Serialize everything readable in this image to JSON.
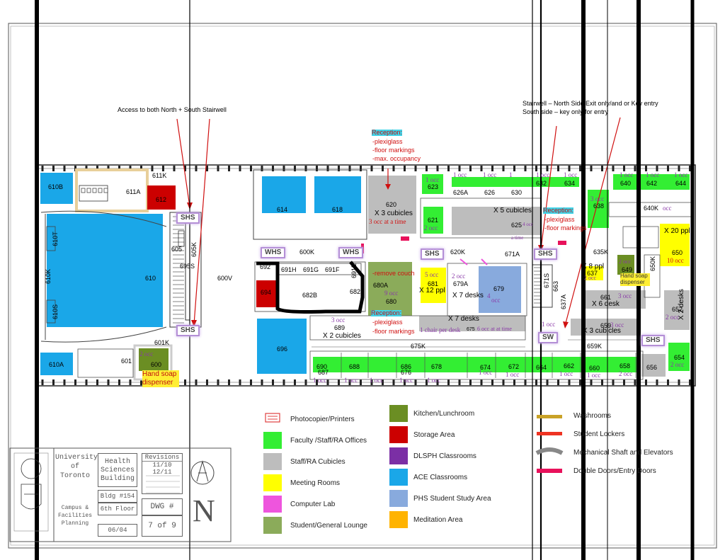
{
  "annotations": {
    "stair_access": "Access to both North + South Stairwell",
    "stair_north": "Stairwell – North Side Exit only/and or Key entry",
    "stair_south": "South side – key only for entry",
    "reception1_title": "Reception:",
    "reception1_l1": "-plexiglass",
    "reception1_l2": "-floor markings",
    "reception1_l3": "-max. occupancy",
    "reception2_title": "Reception:",
    "reception2_l1": "-plexiglass",
    "reception2_l2": "-floor markings",
    "reception3_title": "Reception:",
    "reception3_l1": "-plexiglass",
    "reception3_l2": "-floor markings",
    "remove_couch": "-remove couch",
    "hand_soap_1": "Hand soap dispenser",
    "hand_soap_2": "Hand soap dispenser"
  },
  "tags": {
    "shs1": "SHS",
    "shs2": "SHS",
    "shs3": "SHS",
    "shs4": "SHS",
    "shs5": "SHS",
    "whs1": "WHS",
    "whs2": "WHS",
    "sw": "SW"
  },
  "rooms": [
    {
      "id": "610B",
      "label": "610B",
      "color": "#1aa7e8"
    },
    {
      "id": "611K",
      "label": "611K",
      "color": "none"
    },
    {
      "id": "611A",
      "label": "611A",
      "color": "none"
    },
    {
      "id": "612",
      "label": "612",
      "color": "#cc0000"
    },
    {
      "id": "610",
      "label": "610",
      "color": "#1aa7e8"
    },
    {
      "id": "610A",
      "label": "610A",
      "color": "#1aa7e8"
    },
    {
      "id": "601K",
      "label": "601K",
      "color": "none"
    },
    {
      "id": "601",
      "label": "601",
      "color": "none"
    },
    {
      "id": "600",
      "label": "600",
      "color": "#6b8e23"
    },
    {
      "id": "605",
      "label": "605",
      "color": "none"
    },
    {
      "id": "600V",
      "label": "600V",
      "color": "none"
    },
    {
      "id": "614",
      "label": "614",
      "color": "#1aa7e8"
    },
    {
      "id": "618",
      "label": "618",
      "color": "#1aa7e8"
    },
    {
      "id": "620",
      "label": "620",
      "color": "#bdbdbd"
    },
    {
      "id": "600K",
      "label": "600K",
      "color": "none"
    },
    {
      "id": "694",
      "label": "694",
      "color": "#cc0000"
    },
    {
      "id": "682B",
      "label": "682B",
      "color": "none"
    },
    {
      "id": "682",
      "label": "682",
      "color": "none"
    },
    {
      "id": "680",
      "label": "680",
      "color": "#8bab5a"
    },
    {
      "id": "696",
      "label": "696",
      "color": "#1aa7e8"
    },
    {
      "id": "689",
      "label": "689",
      "color": "none"
    },
    {
      "id": "621",
      "label": "621",
      "color": "#33ee33"
    },
    {
      "id": "623",
      "label": "623",
      "color": "#33ee33"
    },
    {
      "id": "625",
      "label": "625",
      "color": "#bdbdbd"
    },
    {
      "id": "681",
      "label": "681",
      "color": "#ffff00"
    },
    {
      "id": "679A",
      "label": "679A",
      "color": "none"
    },
    {
      "id": "679",
      "label": "679",
      "color": "#88aadd"
    },
    {
      "id": "675",
      "label": "675",
      "color": "#bdbdbd"
    },
    {
      "id": "650",
      "label": "650",
      "color": "#ffff00"
    },
    {
      "id": "637",
      "label": "637",
      "color": "#ffff00"
    },
    {
      "id": "649",
      "label": "649",
      "color": "#6b8e23"
    },
    {
      "id": "661",
      "label": "661",
      "color": "#bdbdbd"
    },
    {
      "id": "652",
      "label": "652",
      "color": "#bdbdbd"
    },
    {
      "id": "654",
      "label": "654",
      "color": "#33ee33"
    },
    {
      "id": "638",
      "label": "638",
      "color": "#33ee33"
    }
  ],
  "labels": {
    "r611K": "611K",
    "r611A": "611A",
    "r610B": "610B",
    "r612": "612",
    "r610": "610",
    "r610K": "610K",
    "r610A": "610A",
    "r601K": "601K",
    "r601": "601",
    "r600": "600",
    "r605": "605",
    "r605K": "605K",
    "r600V": "600V",
    "r695S": "695S",
    "r610T": "610T",
    "r610S": "610S",
    "r614": "614",
    "r618": "618",
    "r620": "620",
    "r600K": "600K",
    "r692": "692",
    "r691H": "691H",
    "r691G": "691G",
    "r691F": "691F",
    "r691E": "691E",
    "r694": "694",
    "r682B": "682B",
    "r682": "682",
    "r680A": "680A",
    "r680": "680",
    "r696": "696",
    "r689": "689",
    "r675K": "675K",
    "r690": "690",
    "r687": "687",
    "r688": "688",
    "r686": "686",
    "r676": "676",
    "r678": "678",
    "r674": "674",
    "r672": "672",
    "r664": "664",
    "r662": "662",
    "r660": "660",
    "r658": "658",
    "r656": "656",
    "r654": "654",
    "r621": "621",
    "r623": "623",
    "r626A": "626A",
    "r626": "626",
    "r630": "630",
    "r632": "632",
    "r634": "634",
    "r640": "640",
    "r642": "642",
    "r644": "644",
    "r638": "638",
    "r640K": "640K",
    "r625": "625",
    "r620K": "620K",
    "r671A": "671A",
    "r681": "681",
    "r679A": "679A",
    "r679": "679",
    "r675": "675",
    "r671S": "671S",
    "r663": "663",
    "r637A": "637A",
    "r635K": "635K",
    "r637": "637",
    "r649": "649",
    "r650": "650",
    "r650K": "650K",
    "r661": "661",
    "r659": "659",
    "r659K": "659K",
    "r652": "652"
  },
  "capacity": {
    "c620a": "X 3 cubicles",
    "c620b": "3 occ at a time",
    "c625": "X 5 cubicles",
    "c625b": "4 occ",
    "c_atime": "a time",
    "c681a": "5 occ",
    "c681b": "X 12 ppl",
    "c679a": "2 occ",
    "c679b": "X 7 desks",
    "c679c": "4",
    "c679d": "occ",
    "c680": "9 occ",
    "c689a": "3 occ",
    "c689b": "X 2 cubicles",
    "c675a": "X 7 desks",
    "c675b": "1 chair per desk",
    "c675c": "6 occ at at time",
    "c650a": "X 20 ppl",
    "c650b": "10 occ",
    "c637a": "X 8 ppl",
    "c637b": "2 occ",
    "c649": "2 occ",
    "c661a": "X 6 desk",
    "c661b": "3 occ",
    "c659a": "X 3 cubicles",
    "c659b": "3 occ",
    "c652a": "X 2 desks",
    "c652b": "2 occ",
    "c654": "2 occ",
    "c638": "3 occ",
    "c621": "1 occ",
    "c621b": "2 occ",
    "c623": "1 occ",
    "c600": "2 occ",
    "c664": "1 occ",
    "c1": "1 occ",
    "c_top1": "1 occ",
    "c_top2": "1 occ",
    "c_top3": "1",
    "c_top4": "1 occ",
    "c_top5": "1 occ",
    "c_top6": "1 occ",
    "c_top7": "1 occ",
    "c_top8": "1 occ",
    "c_bot1": "1 occ",
    "c_bot2": "1 occ",
    "c_bot3": "1 occ",
    "c_bot4": "1 occ",
    "c_bot5": "1 occ",
    "c_bot6": "1 occ",
    "c_bot7": "1 occ",
    "c_bot8": "1 occ",
    "c_bot9": "1 occ",
    "c_bot10": "2 occ",
    "c640K": "occ"
  },
  "legend": [
    {
      "label": "Photocopier/Printers",
      "color": "icon"
    },
    {
      "label": "Faculty /Staff/RA Offices",
      "color": "#33ee33"
    },
    {
      "label": "Staff/RA Cubicles",
      "color": "#bdbdbd"
    },
    {
      "label": "Meeting Rooms",
      "color": "#ffff00"
    },
    {
      "label": "Computer Lab",
      "color": "#ee55dd"
    },
    {
      "label": "Student/General Lounge",
      "color": "#8bab5a"
    },
    {
      "label": "Kitchen/Lunchroom",
      "color": "#6b8e23"
    },
    {
      "label": "Storage Area",
      "color": "#cc0000"
    },
    {
      "label": "DLSPH Classrooms",
      "color": "#7b2fa5"
    },
    {
      "label": "ACE Classrooms",
      "color": "#1aa7e8"
    },
    {
      "label": "PHS Student Study Area",
      "color": "#88aadd"
    },
    {
      "label": "Meditation Area",
      "color": "#ffb300"
    },
    {
      "label": "Washrooms",
      "color": "#c9a227"
    },
    {
      "label": "Student Lockers",
      "color": "#ee3322"
    },
    {
      "label": "Mechanical Shaft and Elevators",
      "color": "#888888"
    },
    {
      "label": "Double Doors/Entry Doors",
      "color": "#e8115b"
    }
  ],
  "titleblock": {
    "univ_l1": "University",
    "univ_l2": "of Toronto",
    "bldg_l1": "Health",
    "bldg_l2": "Sciences",
    "bldg_l3": "Building",
    "rev_title": "Revisions",
    "rev_1": "11/10",
    "rev_2": "12/11",
    "cfp_l1": "Campus &",
    "cfp_l2": "Facilities",
    "cfp_l3": "Planning",
    "bldg_no": "Bldg #154",
    "floor": "6th Floor",
    "date": "06/04",
    "dwg": "DWG #",
    "sheet": "7 of 9",
    "north": "N"
  }
}
